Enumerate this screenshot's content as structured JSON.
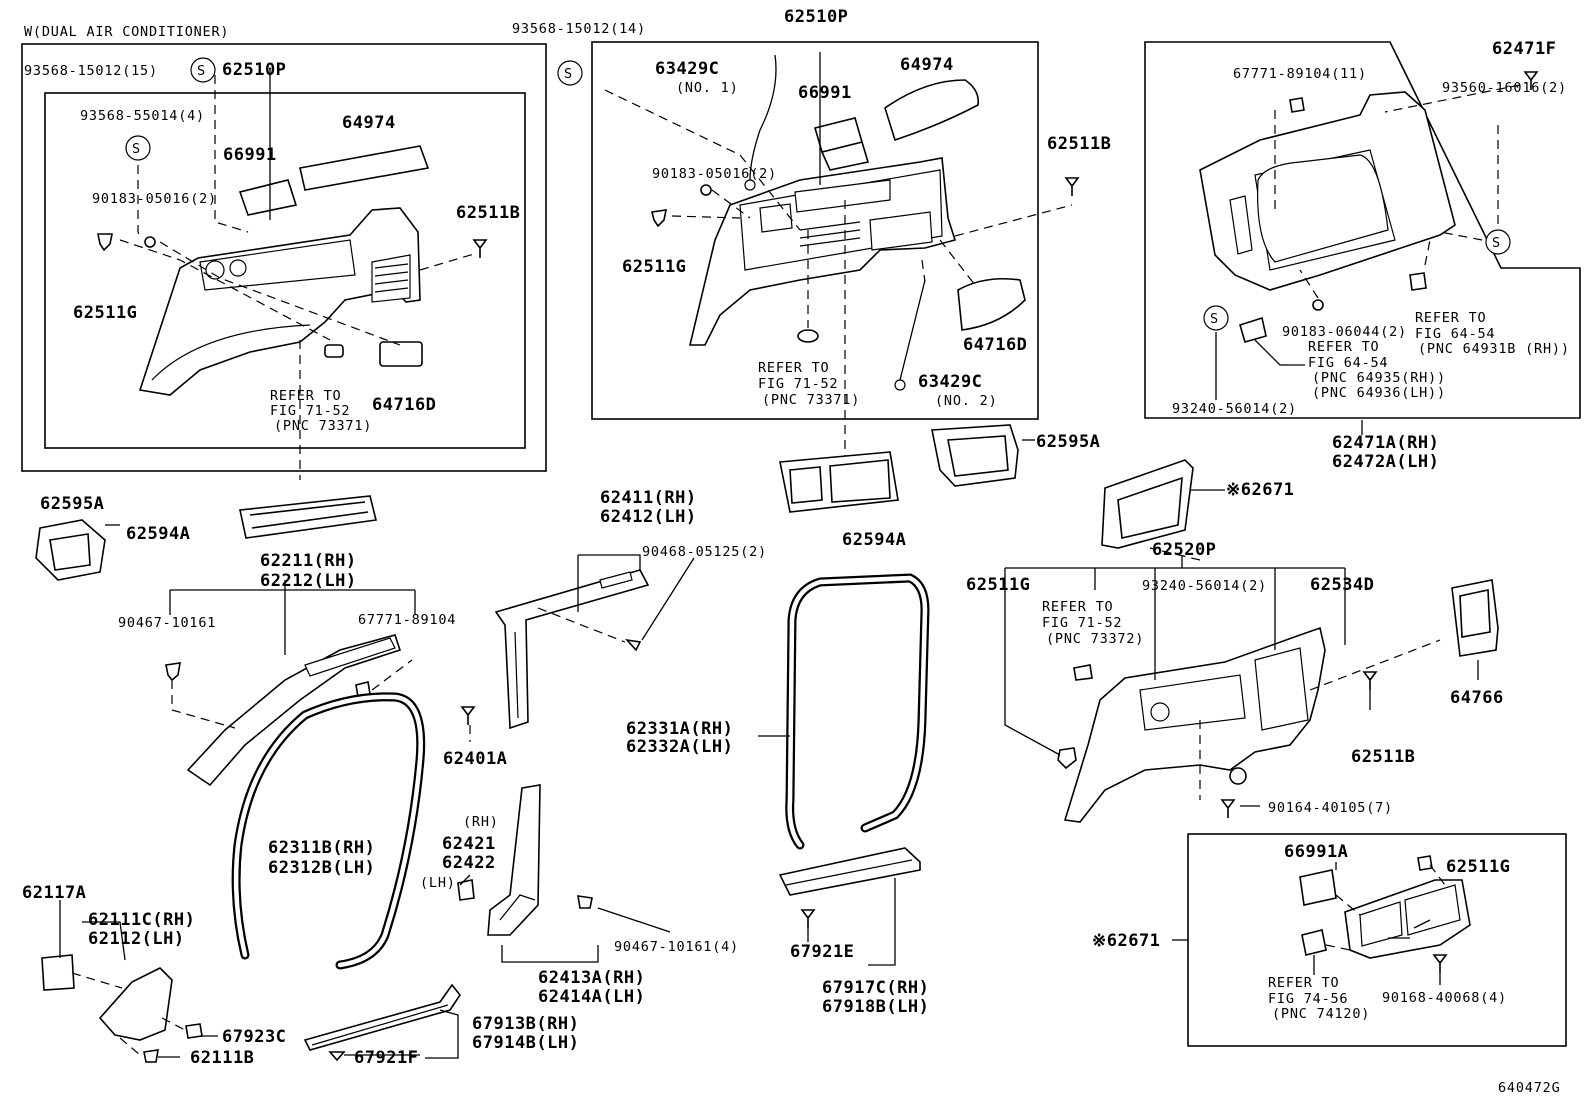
{
  "top_left_note": "W(DUAL AIR CONDITIONER)",
  "s_symbol": "S",
  "figure_code": "640472G",
  "labels": {
    "l_93568_15012_15": "93568-15012(15)",
    "l_62510P_left": "62510P",
    "l_93568_55014_4": "93568-55014(4)",
    "l_64974_left": "64974",
    "l_66991_left": "66991",
    "l_90183_05016_2_left": "90183-05016(2)",
    "l_62511B_left": "62511B",
    "l_62511G_left": "62511G",
    "l_refer_to_left": "REFER TO",
    "l_fig_71_52_left": "FIG 71-52",
    "l_pnc_73371_left": "(PNC 73371)",
    "l_64716D_left": "64716D",
    "l_93568_15012_14": "93568-15012(14)",
    "l_62510P_mid": "62510P",
    "l_63429C_no1": "63429C",
    "l_no1": "(NO. 1)",
    "l_66991_mid": "66991",
    "l_64974_mid": "64974",
    "l_62511B_mid": "62511B",
    "l_90183_05016_2_mid": "90183-05016(2)",
    "l_62511G_mid": "62511G",
    "l_refer_to_mid": "REFER TO",
    "l_fig_71_52_mid": "FIG 71-52",
    "l_pnc_73371_mid": "(PNC 73371)",
    "l_63429C_no2": "63429C",
    "l_no2": "(NO. 2)",
    "l_64716D_mid": "64716D",
    "l_62471F": "62471F",
    "l_67771_89104_11": "67771-89104(11)",
    "l_93560_16016_2": "93560-16016(2)",
    "l_refer_to_r1": "REFER TO",
    "l_fig_64_54_r1": "FIG 64-54",
    "l_pnc_64931B": "(PNC 64931B (RH))",
    "l_90183_06044_2": "90183-06044(2)",
    "l_refer_to_r2": "REFER TO",
    "l_fig_64_54_r2": "FIG 64-54",
    "l_pnc_64935": "(PNC 64935(RH))",
    "l_pnc_64936": "(PNC 64936(LH))",
    "l_93240_56014_2_top": "93240-56014(2)",
    "l_62471A_RH": "62471A(RH)",
    "l_62472A_LH": "62472A(LH)",
    "l_62595A_left": "62595A",
    "l_62594A_left": "62594A",
    "l_62211_RH": "62211(RH)",
    "l_62212_LH": "62212(LH)",
    "l_90467_10161": "90467-10161",
    "l_67771_89104": "67771-89104",
    "l_62411_RH": "62411(RH)",
    "l_62412_LH": "62412(LH)",
    "l_90468_05125_2": "90468-05125(2)",
    "l_62401A": "62401A",
    "l_62595A_mid": "62595A",
    "l_62594A_mid": "62594A",
    "l_62671_top": "※62671",
    "l_62520P": "62520P",
    "l_62511G_right": "62511G",
    "l_refer_to_r3": "REFER TO",
    "l_fig_71_52_r3": "FIG 71-52",
    "l_pnc_73372": "(PNC 73372)",
    "l_93240_56014_2_mid": "93240-56014(2)",
    "l_62534D": "62534D",
    "l_64766": "64766",
    "l_62511B_right": "62511B",
    "l_90164_40105_7": "90164-40105(7)",
    "l_62331A_RH": "62331A(RH)",
    "l_62332A_LH": "62332A(LH)",
    "l_62311B_RH": "62311B(RH)",
    "l_62312B_LH": "62312B(LH)",
    "l_rh_paren": "(RH)",
    "l_62421": "62421",
    "l_62422": "62422",
    "l_lh_paren": "(LH)",
    "l_90467_10161_4": "90467-10161(4)",
    "l_62413A_RH": "62413A(RH)",
    "l_62414A_LH": "62414A(LH)",
    "l_67921E": "67921E",
    "l_67917C_RH": "67917C(RH)",
    "l_67918B_LH": "67918B(LH)",
    "l_62117A": "62117A",
    "l_62111C_RH": "62111C(RH)",
    "l_62112_LH": "62112(LH)",
    "l_67923C": "67923C",
    "l_62111B": "62111B",
    "l_67921F": "67921F",
    "l_67913B_RH": "67913B(RH)",
    "l_67914B_LH": "67914B(LH)",
    "l_66991A": "66991A",
    "l_62511G_inset": "62511G",
    "l_62671_inset": "※62671",
    "l_refer_to_inset": "REFER TO",
    "l_fig_74_56": "FIG 74-56",
    "l_pnc_74120": "(PNC 74120)",
    "l_90168_40068_4": "90168-40068(4)"
  }
}
